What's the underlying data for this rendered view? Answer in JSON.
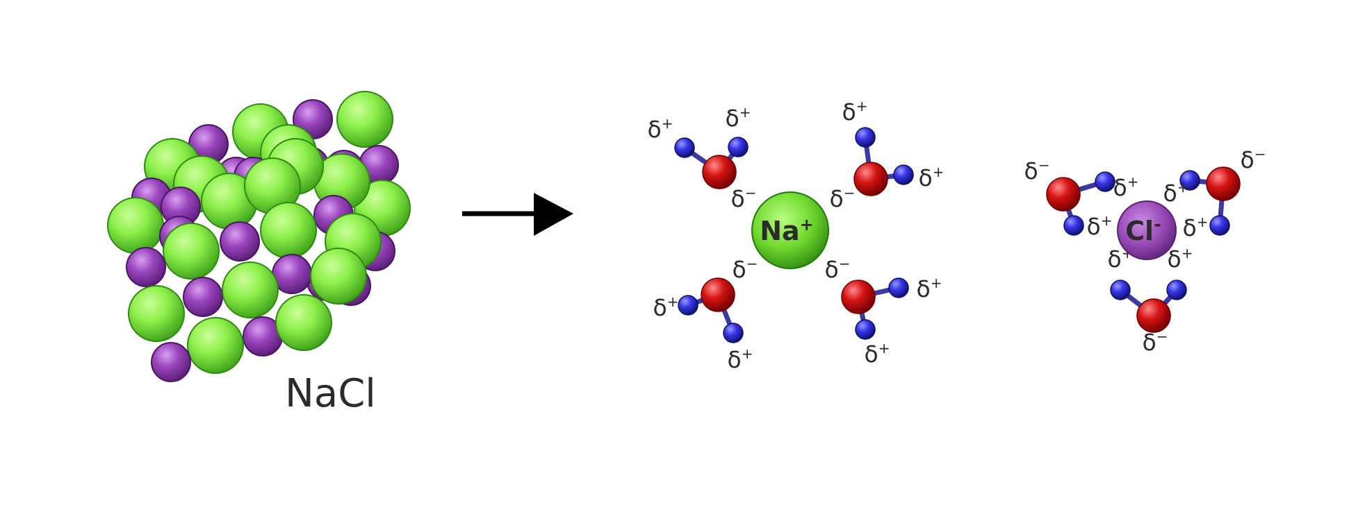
{
  "crystal": {
    "label": "NaCl",
    "na_color": "#8ef04a",
    "cl_color": "#9a45bd"
  },
  "arrow": {
    "icon": "right-arrow-icon"
  },
  "sodium": {
    "label": "Na",
    "charge": "+",
    "color": "#7fe03c",
    "waters": [
      {
        "h1": "δ+",
        "h2": "δ+",
        "o": "δ−"
      },
      {
        "h1": "δ+",
        "h2": "δ+",
        "o": "δ−"
      },
      {
        "h1": "δ+",
        "h2": "δ+",
        "o": "δ−"
      },
      {
        "h1": "δ+",
        "h2": "δ+",
        "o": "δ−"
      }
    ]
  },
  "chloride": {
    "label": "Cl",
    "charge": "-",
    "color": "#9b4bb8",
    "waters": [
      {
        "h1": "δ+",
        "h2": "δ+",
        "o": "δ−"
      },
      {
        "h1": "δ+",
        "h2": "δ+",
        "o": "δ−"
      },
      {
        "h1": "δ+",
        "h2": "δ+",
        "o": "δ−"
      }
    ]
  },
  "colors": {
    "oxygen": "#d51414",
    "hydrogen": "#3535e6",
    "bond": "#3a3aa0"
  }
}
